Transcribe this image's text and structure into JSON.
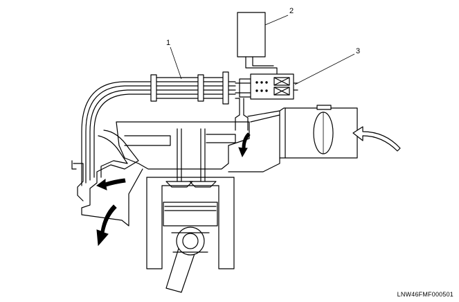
{
  "callouts": [
    {
      "id": "1",
      "label": "1"
    },
    {
      "id": "2",
      "label": "2"
    },
    {
      "id": "3",
      "label": "3"
    }
  ],
  "reference_code": "LNW46FMF000501",
  "colors": {
    "line": "#000000",
    "background": "#ffffff"
  }
}
